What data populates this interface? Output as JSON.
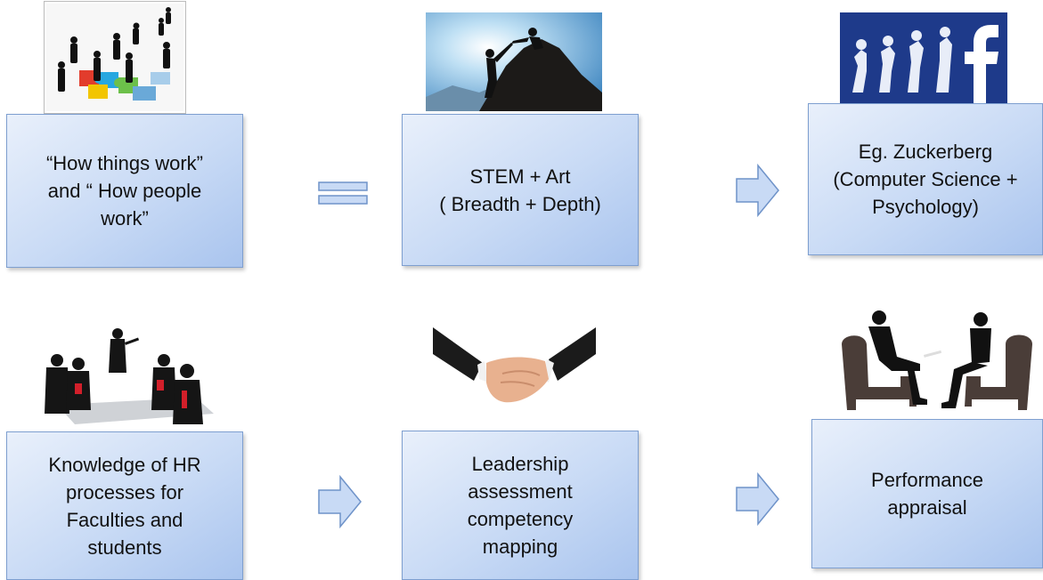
{
  "boxes": {
    "how_things_work": "“How things work”\nand “ How people\nwork”",
    "stem_art": "STEM + Art\n( Breadth + Depth)",
    "zuckerberg": "Eg. Zuckerberg\n(Computer Science +\nPsychology)",
    "hr_knowledge": "Knowledge of HR\nprocesses for\nFaculties and\nstudents",
    "leadership": "Leadership\nassessment\ncompetency\nmapping",
    "performance": "Performance\nappraisal"
  },
  "images": {
    "puzzle_people": "businesspeople-on-puzzle-icon",
    "mountain_climb": "climber-helping-hand-icon",
    "evolution_facebook": "evolution-facebook-icon",
    "boardroom_meeting": "meeting-silhouettes-icon",
    "handshake": "handshake-icon",
    "interview": "interview-chairs-icon"
  },
  "connectors": {
    "equals": "equals-sign",
    "arrows": [
      "right-arrow",
      "right-arrow",
      "right-arrow"
    ]
  },
  "colors": {
    "box_light": "#e9f0fb",
    "box_dark": "#a9c4ee",
    "box_border": "#7e9fd0",
    "connector_fill": "#c8daf5"
  }
}
